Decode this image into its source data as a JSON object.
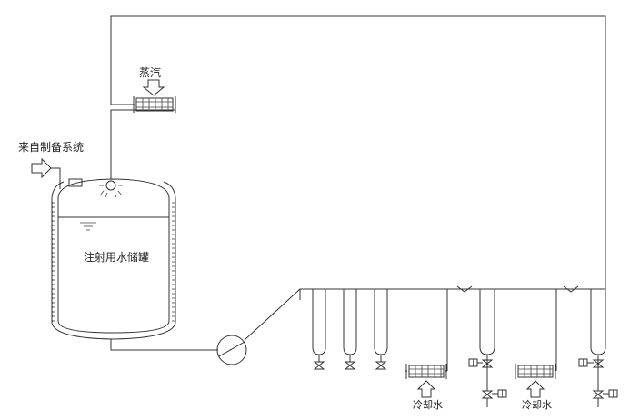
{
  "labels": {
    "steam": "蒸汽",
    "from_system": "来自制备系统",
    "tank": "注射用水储罐",
    "cooling_water_1": "冷却水",
    "cooling_water_2": "冷却水"
  },
  "colors": {
    "line": "#333333",
    "background": "#ffffff"
  }
}
